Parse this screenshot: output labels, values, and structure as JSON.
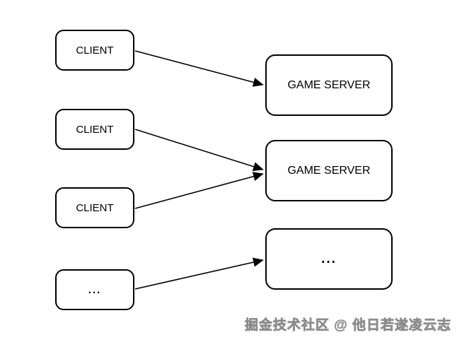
{
  "diagram": {
    "clients": [
      {
        "id": "client-1",
        "label": "CLIENT"
      },
      {
        "id": "client-2",
        "label": "CLIENT"
      },
      {
        "id": "client-3",
        "label": "CLIENT"
      },
      {
        "id": "client-ellipsis",
        "label": "..."
      }
    ],
    "servers": [
      {
        "id": "game-server-1",
        "label": "GAME SERVER"
      },
      {
        "id": "game-server-2",
        "label": "GAME SERVER"
      },
      {
        "id": "server-ellipsis",
        "label": "..."
      }
    ],
    "edges": [
      {
        "from": "client-1",
        "to": "game-server-1"
      },
      {
        "from": "client-2",
        "to": "game-server-2"
      },
      {
        "from": "client-3",
        "to": "game-server-2"
      },
      {
        "from": "client-ellipsis",
        "to": "server-ellipsis"
      }
    ],
    "colors": {
      "node_fill": "#ffffff",
      "node_stroke": "#000000",
      "arrow": "#000000",
      "watermark": "#a6a6a6"
    }
  },
  "watermark": {
    "text": "掘金技术社区 @ 他日若遂凌云志"
  }
}
